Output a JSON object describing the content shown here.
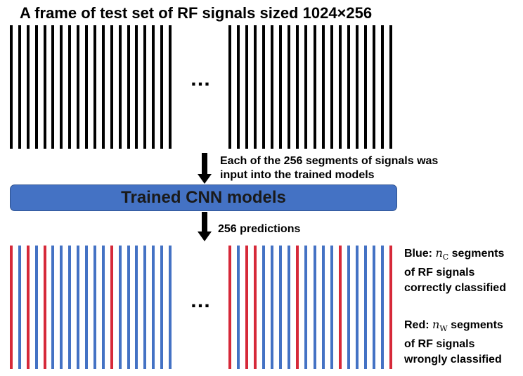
{
  "title": "A frame of test set of RF signals sized 1024×256",
  "ellipsis": "…",
  "step1_caption": [
    "Each of the 256 segments of signals was",
    "input into the trained models"
  ],
  "model_box_label": "Trained CNN models",
  "step2_caption": "256 predictions",
  "colors": {
    "signal": "#000000",
    "correct": "#4472c4",
    "wrong": "#d62939",
    "model_box": "#4472c4"
  },
  "input_stripes": {
    "left_count": 20,
    "right_count": 20
  },
  "predictions": {
    "left": [
      "R",
      "B",
      "R",
      "B",
      "R",
      "B",
      "B",
      "B",
      "B",
      "B",
      "B",
      "B",
      "R",
      "B",
      "B",
      "B",
      "B",
      "B",
      "B",
      "B"
    ],
    "right": [
      "R",
      "B",
      "R",
      "R",
      "B",
      "B",
      "B",
      "B",
      "R",
      "B",
      "B",
      "B",
      "B",
      "R",
      "B",
      "B",
      "B",
      "B",
      "B",
      "R"
    ]
  },
  "legend": {
    "blue": {
      "label": "Blue:",
      "symbol": "n",
      "subscript": "C",
      "lines": [
        "segments",
        "of RF signals",
        "correctly classified"
      ]
    },
    "red": {
      "label": "Red:",
      "symbol": "n",
      "subscript": "W",
      "lines": [
        "segments",
        "of RF signals",
        "wrongly classified"
      ]
    }
  }
}
